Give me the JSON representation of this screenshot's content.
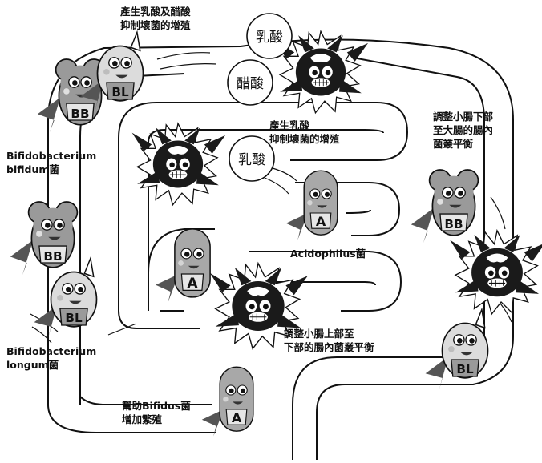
{
  "labels": {
    "top_effect": [
      "產生乳酸及醋酸",
      "抑制壞菌的增殖"
    ],
    "inner_effect": [
      "產生乳酸",
      "抑制壞菌的增殖"
    ],
    "right_effect": [
      "調整小腸下部",
      "至大腸的腸內",
      "菌叢平衡"
    ],
    "center_effect": [
      "調整小腸上部至",
      "下部的腸內菌叢平衡"
    ],
    "bottom_effect": [
      "幫助Bifidus菌",
      "增加繁殖"
    ],
    "bifidum": [
      "Bifidobacterium",
      "bifidum菌"
    ],
    "longum": [
      "Bifidobacterium",
      "longum菌"
    ],
    "acidophilus": "Acidophilus菌"
  },
  "bubbles": {
    "lactic": "乳酸",
    "acetic": "醋酸"
  },
  "badges": {
    "bifidum": "BB",
    "longum": "BL",
    "acidophilus": "A"
  },
  "colors": {
    "outline": "#111111",
    "mascot_gray": "#b8b8b8",
    "mascot_light": "#dcdcdc",
    "bad_bacteria": "#1a1a1a"
  }
}
